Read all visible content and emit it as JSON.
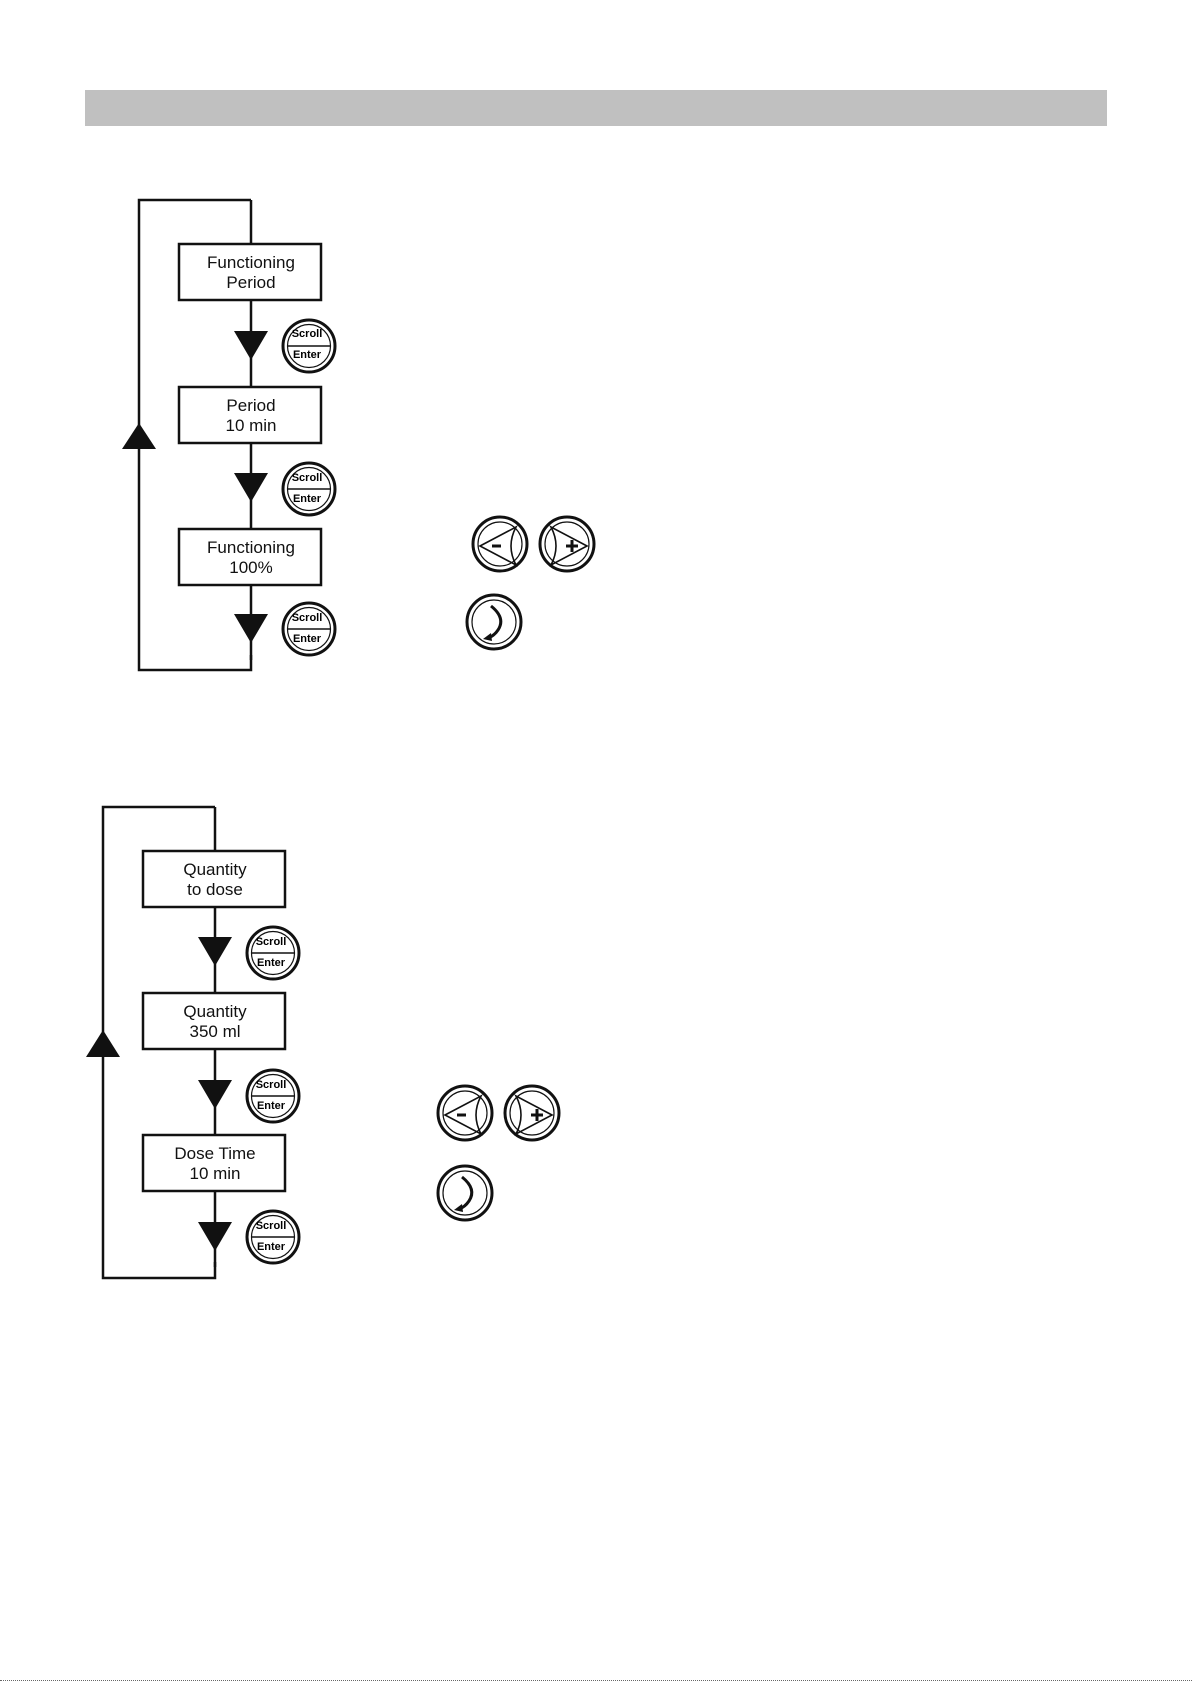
{
  "colors": {
    "header_bar": "#c0c0c0",
    "line": "#111111"
  },
  "buttons": {
    "scroll_label": "Scroll",
    "enter_label": "Enter"
  },
  "icons": {
    "minus": "minus-arrow-icon",
    "plus": "plus-arrow-icon",
    "return": "return-arrow-icon"
  },
  "diagram1": {
    "boxes": [
      {
        "line1": "Functioning",
        "line2": "Period"
      },
      {
        "line1": "Period",
        "line2": "10 min"
      },
      {
        "line1": "Functioning",
        "line2": "100%"
      }
    ]
  },
  "diagram2": {
    "boxes": [
      {
        "line1": "Quantity",
        "line2": "to dose"
      },
      {
        "line1": "Quantity",
        "line2": "350 ml"
      },
      {
        "line1": "Dose Time",
        "line2": "10 min"
      }
    ]
  }
}
